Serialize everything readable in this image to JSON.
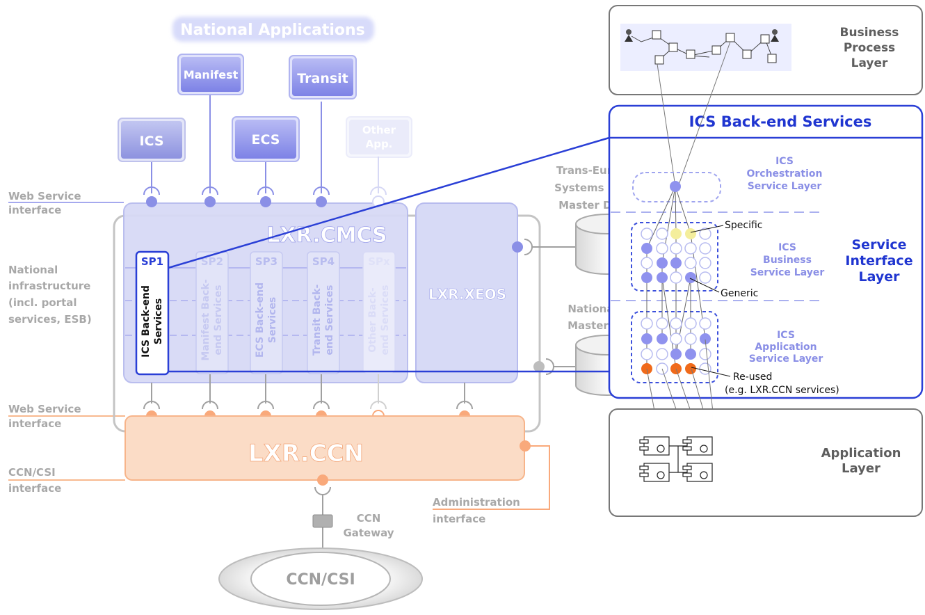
{
  "left": {
    "national_applications_title": "National Applications",
    "apps": {
      "manifest": "Manifest",
      "transit": "Transit",
      "ics": "ICS",
      "ecs": "ECS",
      "other_line1": "Other",
      "other_line2": "App."
    },
    "side_labels": {
      "web_service_top_1": "Web Service",
      "web_service_top_2": "interface",
      "national_infra_1": "National",
      "national_infra_2": "infrastructure",
      "national_infra_3": "(incl. portal",
      "national_infra_4": "services, ESB)",
      "web_service_bottom_1": "Web Service",
      "web_service_bottom_2": "interface",
      "ccn_csi_1": "CCN/CSI",
      "ccn_csi_2": "interface"
    },
    "cmcs_logo": "LXR.CMCS",
    "xeos_logo": "LXR.XEOS",
    "ccn_logo": "LXR.CCN",
    "service_packages": [
      {
        "code": "SP1",
        "line1": "ICS Back-end",
        "line2": "Services"
      },
      {
        "code": "SP2",
        "line1": "Manifest Back-",
        "line2": "end Services"
      },
      {
        "code": "SP3",
        "line1": "ECS Back-end",
        "line2": "Services"
      },
      {
        "code": "SP4",
        "line1": "Transit Back-",
        "line2": "end Services"
      },
      {
        "code": "SPx",
        "line1": "Other Back-",
        "line2": "end Services"
      }
    ],
    "tes_1": "Trans-European",
    "tes_2": "Systems (TES)",
    "tes_3": "Master Data",
    "nat_md_1": "National",
    "nat_md_2": "Master Data",
    "admin_1": "Administration",
    "admin_2": "interface",
    "gateway_1": "CCN",
    "gateway_2": "Gateway",
    "ccn_csi_ellipse": "CCN/CSI"
  },
  "right": {
    "bpl_1": "Business",
    "bpl_2": "Process",
    "bpl_3": "Layer",
    "ics_backend_title": "ICS Back-end Services",
    "orch_1": "ICS",
    "orch_2": "Orchestration",
    "orch_3": "Service Layer",
    "bus_1": "ICS",
    "bus_2": "Business",
    "bus_3": "Service Layer",
    "app_sl_1": "ICS",
    "app_sl_2": "Application",
    "app_sl_3": "Service Layer",
    "sil_1": "Service",
    "sil_2": "Interface",
    "sil_3": "Layer",
    "specific": "Specific",
    "generic": "Generic",
    "reused_1": "Re-used",
    "reused_2": "(e.g. LXR.CCN services)",
    "app_layer_1": "Application",
    "app_layer_2": "Layer"
  },
  "colors": {
    "blue_accent": "#2a3fd6",
    "light_blue_box": "#c9cdf6",
    "purple_app": "#7b80e6",
    "node_purple": "#8f92ee",
    "node_yellow": "#f4ee9c",
    "node_orange": "#f06a1a",
    "ccn_orange": "#fbd3b4",
    "grey_text": "#b4b4b4"
  }
}
